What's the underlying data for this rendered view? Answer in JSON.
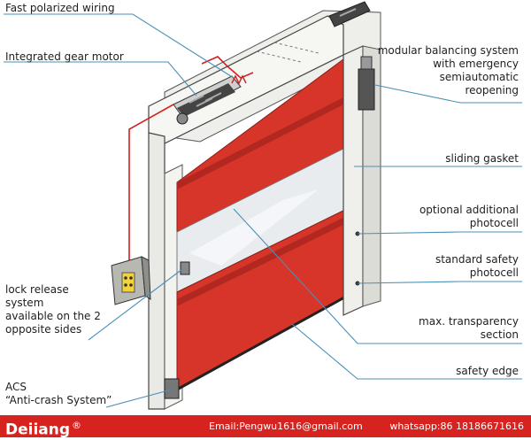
{
  "labels": {
    "fast_wiring": "Fast polarized wiring",
    "gear_motor": "Integrated gear motor",
    "balancing": "modular balancing system\nwith emergency\nsemiautomatic\nreopening",
    "sliding_gasket": "sliding gasket",
    "photocell_opt": "optional additional\nphotocell",
    "photocell_std": "standard safety\nphotocell",
    "lock_release": "lock release\nsystem\navailable on the 2\nopposite sides",
    "transparency": "max. transparency\nsection",
    "safety_edge": "safety edge",
    "acs": "ACS\n“Anti-crash System”"
  },
  "footer": {
    "brand": "Deiiang",
    "brand_mark": "®",
    "email": "Email:Pengwu1616@gmail.com",
    "whatsapp": "whatsapp:86 18186671616"
  },
  "colors": {
    "curtain": "#d7342a",
    "curtain_dark": "#b02820",
    "wiring": "#d42020",
    "leader": "#4a8fb8",
    "frame": "#f2f2ef",
    "footer_bg": "#d6231f"
  }
}
